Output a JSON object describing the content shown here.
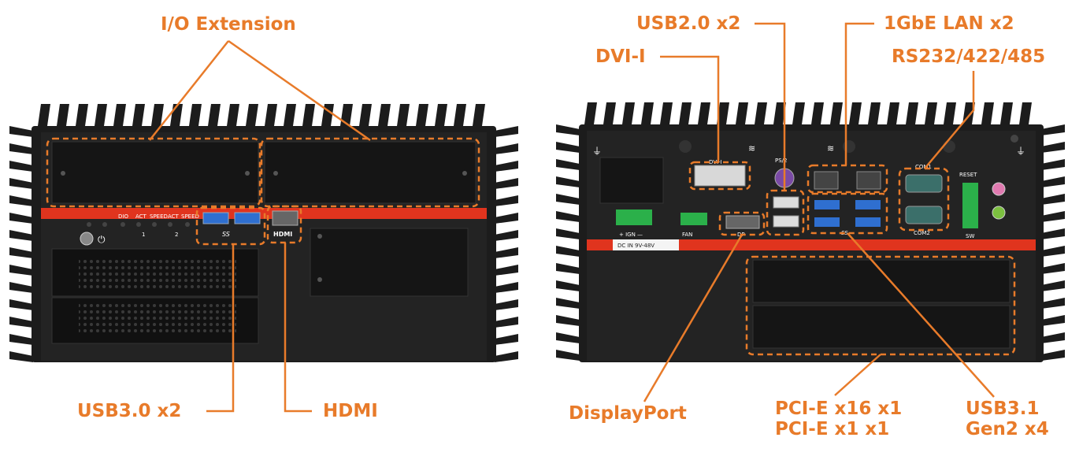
{
  "colors": {
    "accent": "#e87b2a",
    "chassis": "#1c1c1c",
    "stripe": "#e0341e",
    "usb3": "#2f6fd0",
    "terminal": "#2bb04a",
    "com": "#3b6f6a"
  },
  "front": {
    "labels": {
      "io_extension": "I/O Extension",
      "usb30": "USB3.0 x2",
      "hdmi": "HDMI"
    },
    "panel_text": {
      "did": "DIO",
      "act1": "ACT",
      "speed1": "SPEED",
      "act2": "ACT",
      "speed2": "SPEED",
      "lan1": "1",
      "lan2": "2",
      "ss": "SS",
      "hdmi_logo": "HDMI"
    }
  },
  "rear": {
    "labels": {
      "usb20": "USB2.0 x2",
      "dvi": "DVI-I",
      "lan": "1GbE LAN x2",
      "rs232": "RS232/422/485",
      "displayport": "DisplayPort",
      "pcie_line1": "PCI-E x16 x1",
      "pcie_line2": "PCI-E x1 x1",
      "usb31_line1": "USB3.1",
      "usb31_line2": "Gen2 x4"
    },
    "panel_text": {
      "dvi_port": "DVI-I",
      "ps2": "PS/2",
      "com1": "COM1",
      "com2": "COM2",
      "reset": "RESET",
      "sw": "SW",
      "ign": "+ IGN —",
      "fan": "FAN",
      "dc_in": "DC IN 9V-48V",
      "dp": "DP",
      "ss": "SS"
    }
  }
}
